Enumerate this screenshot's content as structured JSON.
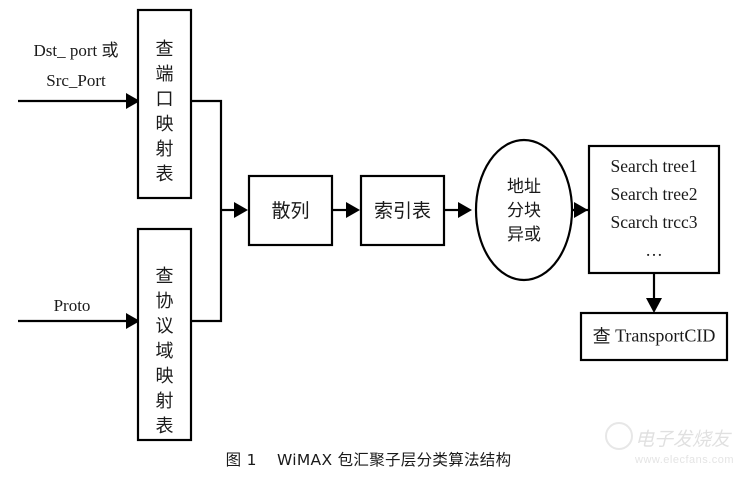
{
  "figure": {
    "caption_index": "图 1",
    "caption_text": "WiMAX 包汇聚子层分类算法结构",
    "caption_full": "图 1　WiMAX 包汇聚子层分类算法结构"
  },
  "inputs": [
    {
      "id": "port-input",
      "line1": "Dst_ port 或",
      "line2": "Src_Port"
    },
    {
      "id": "proto-input",
      "line1": "Proto",
      "line2": ""
    }
  ],
  "nodes": {
    "port_map_table": {
      "label": "查端口映射表",
      "chars": [
        "查",
        "端",
        "口",
        "映",
        "射",
        "表"
      ],
      "orientation": "vertical"
    },
    "proto_map_table": {
      "label": "查协议域映射表",
      "chars": [
        "查",
        "协",
        "议",
        "域",
        "映",
        "射",
        "表"
      ],
      "orientation": "vertical"
    },
    "hash": {
      "label": "散列"
    },
    "index_table": {
      "label": "索引表"
    },
    "address_block_xor": {
      "label": "地址分块异或",
      "lines": [
        "地址",
        "分块",
        "异或"
      ]
    },
    "search_trees": {
      "lines": [
        "Search tree1",
        "Search tree2",
        "Scarch trcc3",
        "…"
      ]
    },
    "transport_cid": {
      "label_cjk": "查",
      "label_latin": " TransportCID",
      "label": "查 TransportCID"
    }
  },
  "colors": {
    "background": "#ffffff",
    "stroke": "#000000",
    "text": "#1a1a1a",
    "watermark": "#7a7a7a"
  },
  "watermark": {
    "brand": "电子发烧友",
    "url": "www.elecfans.com"
  }
}
